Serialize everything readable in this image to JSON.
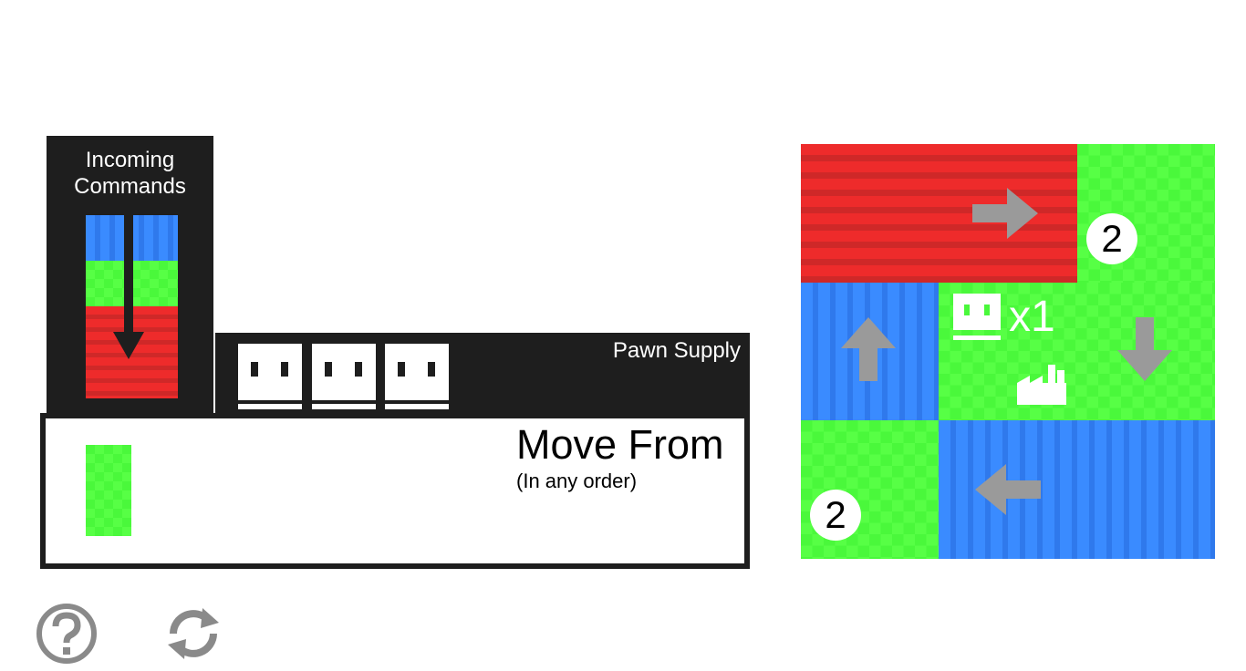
{
  "incoming": {
    "title_line1": "Incoming",
    "title_line2": "Commands",
    "queue": [
      "blue",
      "green",
      "red"
    ]
  },
  "pawn_supply": {
    "label": "Pawn Supply",
    "pawn_count": 3
  },
  "move_from": {
    "title": "Move From",
    "subtitle": "(In any order)",
    "cards": [
      "green"
    ]
  },
  "board": {
    "tiles": [
      {
        "color": "red",
        "arrow": "right"
      },
      {
        "color": "green",
        "badge": "2"
      },
      {
        "color": "blue",
        "arrow": "up"
      },
      {
        "color": "green",
        "arrow": "down",
        "pawns": "x1",
        "building": "factory"
      },
      {
        "color": "green",
        "badge": "2"
      },
      {
        "color": "blue",
        "arrow": "left"
      }
    ],
    "badge_top": "2",
    "badge_bottom": "2",
    "pawn_multiplier": "x1"
  },
  "colors": {
    "red": "#ee2b2b",
    "green": "#4af83b",
    "blue": "#3a8bff",
    "panel": "#1e1e1e",
    "arrow_gray": "#9a9a9a"
  },
  "buttons": {
    "help": "help-icon",
    "reset": "reset-icon"
  }
}
